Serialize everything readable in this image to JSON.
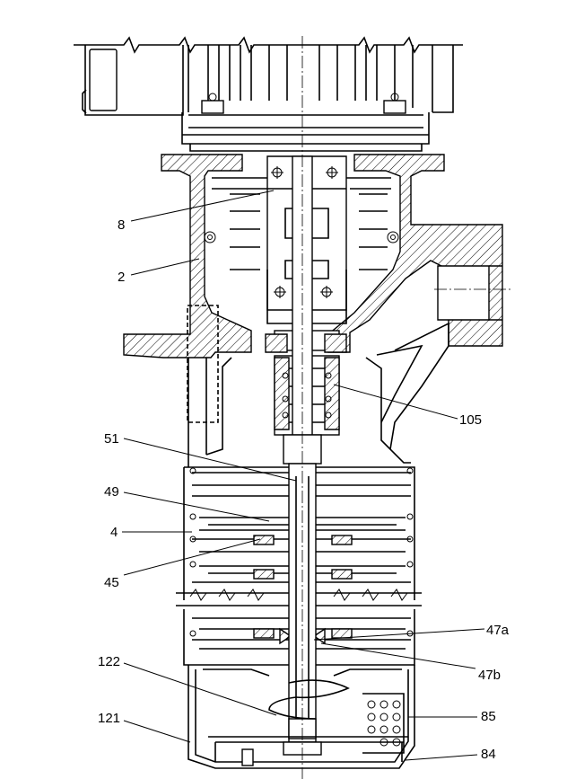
{
  "labels": {
    "l8": "8",
    "l2": "2",
    "l105": "105",
    "l51": "51",
    "l49": "49",
    "l4": "4",
    "l45": "45",
    "l47a": "47a",
    "l122": "122",
    "l47b": "47b",
    "l121": "121",
    "l85": "85",
    "l84": "84"
  }
}
